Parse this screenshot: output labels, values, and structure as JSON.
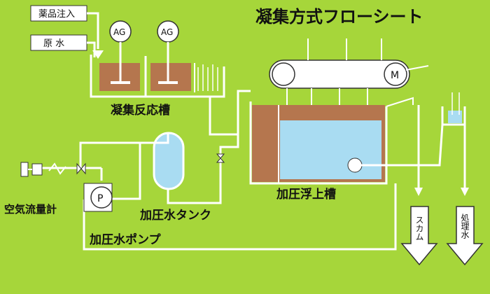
{
  "title": "凝集方式フローシート",
  "inputs": {
    "chemical": "薬品注入",
    "raw_water": "原 水"
  },
  "agitators": [
    "AG",
    "AG"
  ],
  "motor": "M",
  "pump": "P",
  "labels": {
    "reaction_tank": "凝集反応槽",
    "flotation_tank": "加圧浮上槽",
    "pressure_tank": "加圧水タンク",
    "pressure_pump": "加圧水ポンプ",
    "air_meter": "空気流量計"
  },
  "outputs": {
    "scum": "スカム",
    "treated": "処理水"
  },
  "colors": {
    "background": "#a6d63a",
    "sludge": "#b5764e",
    "water": "#a9dcf2",
    "line": "#ffffff"
  }
}
